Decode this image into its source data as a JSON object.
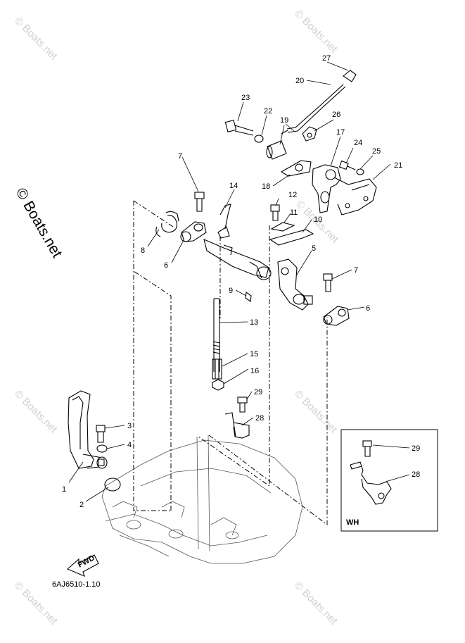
{
  "watermark": "© Boats.net",
  "copyright_note": "© Boats.net",
  "drawing_code": "6AJ6510-1.10",
  "fwd_label": "FWD",
  "inset_label": "WH",
  "callouts": [
    "1",
    "2",
    "3",
    "4",
    "5",
    "6",
    "7",
    "8",
    "9",
    "10",
    "11",
    "12",
    "13",
    "14",
    "15",
    "16",
    "17",
    "18",
    "19",
    "20",
    "21",
    "22",
    "23",
    "24",
    "25",
    "26",
    "27",
    "28",
    "29"
  ],
  "inset_callouts": [
    "29",
    "28"
  ]
}
